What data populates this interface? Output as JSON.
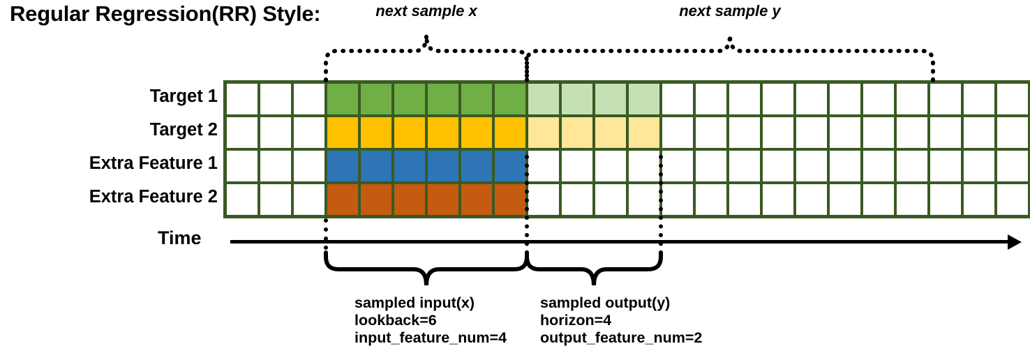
{
  "title": "Regular Regression(RR) Style:",
  "rows": [
    {
      "label": "Target 1",
      "color": "#6FAF46",
      "light": "#C5E0B4",
      "has_light": true
    },
    {
      "label": "Target 2",
      "color": "#FFC000",
      "light": "#FFE699",
      "has_light": true
    },
    {
      "label": "Extra Feature 1",
      "color": "#2E75B6",
      "light": "",
      "has_light": false
    },
    {
      "label": "Extra Feature 2",
      "color": "#C55A11",
      "light": "",
      "has_light": false
    }
  ],
  "grid": {
    "columns": 24,
    "lead_blank_cols": 3,
    "input_cols": 6,
    "output_cols": 4,
    "border_color": "#3A5A22",
    "empty_color": "#FFFFFF"
  },
  "axis": {
    "label": "Time",
    "direction": "right"
  },
  "top_annotations": [
    {
      "label": "next sample x"
    },
    {
      "label": "next sample y"
    }
  ],
  "bottom_annotations": [
    {
      "name": "sampled input(x)",
      "lines": [
        "sampled input(x)",
        "lookback=6",
        "input_feature_num=4"
      ]
    },
    {
      "name": "sampled output(y)",
      "lines": [
        "sampled output(y)",
        "horizon=4",
        "output_feature_num=2"
      ]
    }
  ]
}
